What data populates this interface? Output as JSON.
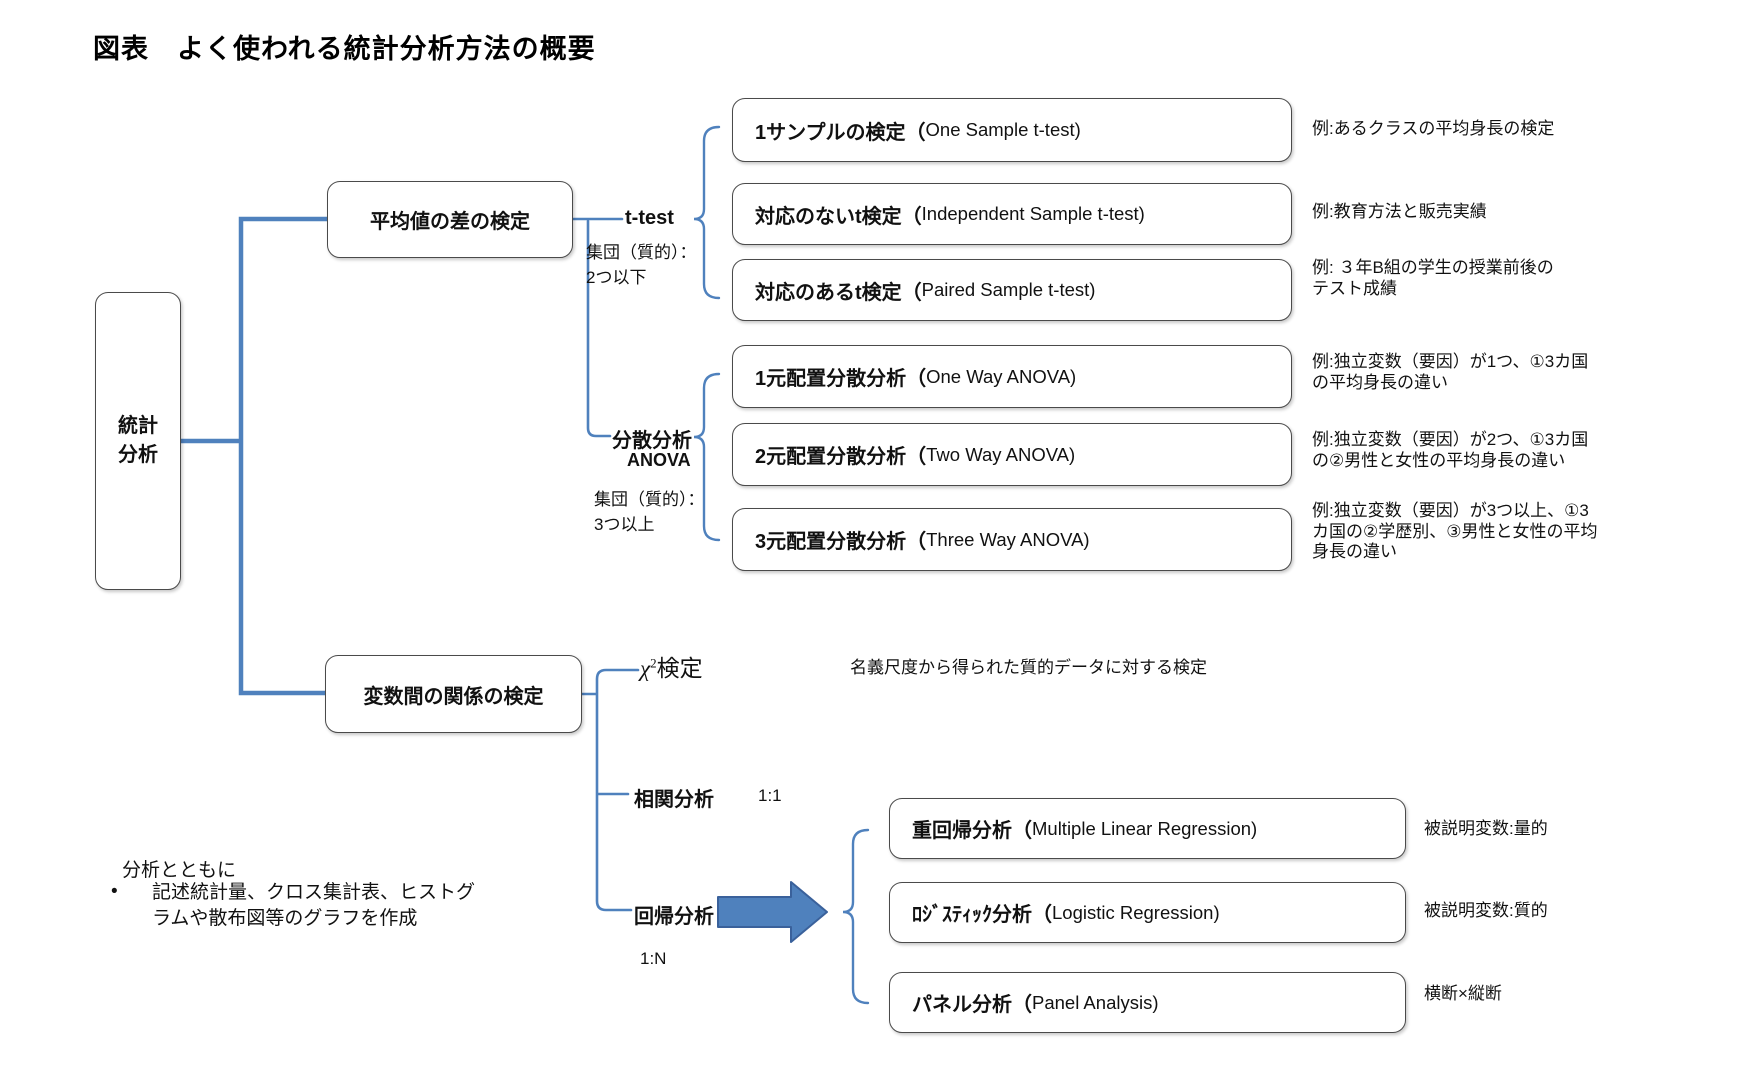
{
  "title": "図表　よく使われる統計分析方法の概要",
  "root": {
    "line1": "統計",
    "line2": "分析"
  },
  "branch_means": {
    "label": "平均値の差の検定"
  },
  "branch_relations": {
    "label": "変数間の関係の検定"
  },
  "ttest": {
    "label": "t-test",
    "sub1": "集団（質的）：",
    "sub2": "2つ以下",
    "items": [
      {
        "jp": "1サンプルの検定（",
        "en": "One Sample t-test)",
        "example": "例:あるクラスの平均身長の検定"
      },
      {
        "jp": "対応のないt検定（",
        "en": "Independent Sample t-test)",
        "example": "例:教育方法と販売実績"
      },
      {
        "jp": "対応のあるt検定（",
        "en": "Paired Sample t-test)",
        "example": "例: ３年B組の学生の授業前後のテスト成績"
      }
    ]
  },
  "anova": {
    "label": "分散分析",
    "label2": "ANOVA",
    "sub1": "集団（質的）：",
    "sub2": "3つ以上",
    "items": [
      {
        "jp": "1元配置分散分析（",
        "en": "One Way ANOVA)",
        "example": "例:独立変数（要因）が1つ、①3カ国の平均身長の違い"
      },
      {
        "jp": "2元配置分散分析（",
        "en": "Two Way ANOVA)",
        "example": "例:独立変数（要因）が2つ、①3カ国の②男性と女性の平均身長の違い"
      },
      {
        "jp": "3元配置分散分析（",
        "en": "Three Way ANOVA)",
        "example": "例:独立変数（要因）が3つ以上、①3カ国の②学歴別、③男性と女性の平均身長の違い"
      }
    ]
  },
  "chi": {
    "symbol": "χ",
    "exponent": "2",
    "label": "検定",
    "note": "名義尺度から得られた質的データに対する検定"
  },
  "correlation": {
    "label": "相関分析",
    "ratio": "1:1"
  },
  "regression": {
    "label": "回帰分析",
    "ratio": "1:N",
    "items": [
      {
        "jp": "重回帰分析（",
        "en": "Multiple Linear Regression)",
        "note": "被説明変数:量的"
      },
      {
        "jp": "ﾛｼﾞｽﾃｨｯｸ分析（",
        "en": "Logistic Regression)",
        "note": "被説明変数:質的"
      },
      {
        "jp": "パネル分析（",
        "en": "Panel Analysis)",
        "note": "横断×縦断"
      }
    ]
  },
  "footnote": {
    "intro": "分析とともに",
    "bullet": "•",
    "text": "記述統計量、クロス集計表、ヒストグラムや散布図等のグラフを作成"
  },
  "colors": {
    "accent_blue": "#4F81BD",
    "arrow_border": "#3A619B",
    "box_border": "#4a4a4a"
  }
}
